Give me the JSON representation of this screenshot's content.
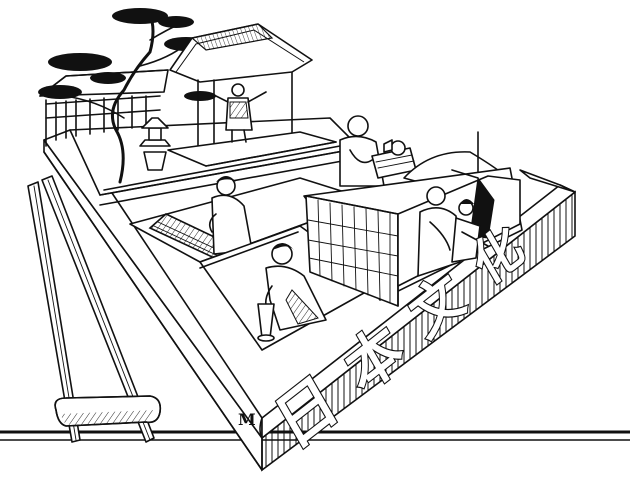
{
  "box_side_characters": [
    "日",
    "本",
    "文",
    "化"
  ],
  "signature_mark": "M"
}
